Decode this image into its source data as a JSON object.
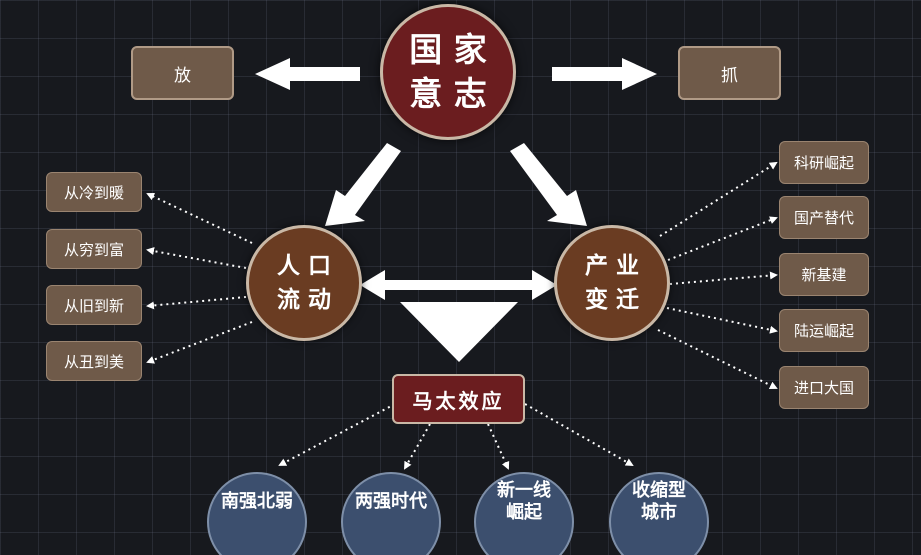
{
  "center": {
    "label": "国 家\n意 志"
  },
  "left_box": {
    "label": "放"
  },
  "right_box": {
    "label": "抓"
  },
  "population": {
    "label": "人 口\n流 动"
  },
  "industry": {
    "label": "产 业\n变 迁"
  },
  "matthew": {
    "label": "马太效应"
  },
  "left_items": [
    "从冷到暖",
    "从穷到富",
    "从旧到新",
    "从丑到美"
  ],
  "right_items": [
    "科研崛起",
    "国产替代",
    "新基建",
    "陆运崛起",
    "进口大国"
  ],
  "bottom_items": [
    "南强北弱",
    "两强时代",
    "新一线\n崛起",
    "收缩型\n城市"
  ],
  "colors": {
    "background": "#17191e",
    "center_circle": "#6b1d1f",
    "mid_circle": "#6a3c22",
    "tag_box": "#6f5a49",
    "bottom_circle": "#3c4f6e",
    "arrow": "#ffffff"
  }
}
